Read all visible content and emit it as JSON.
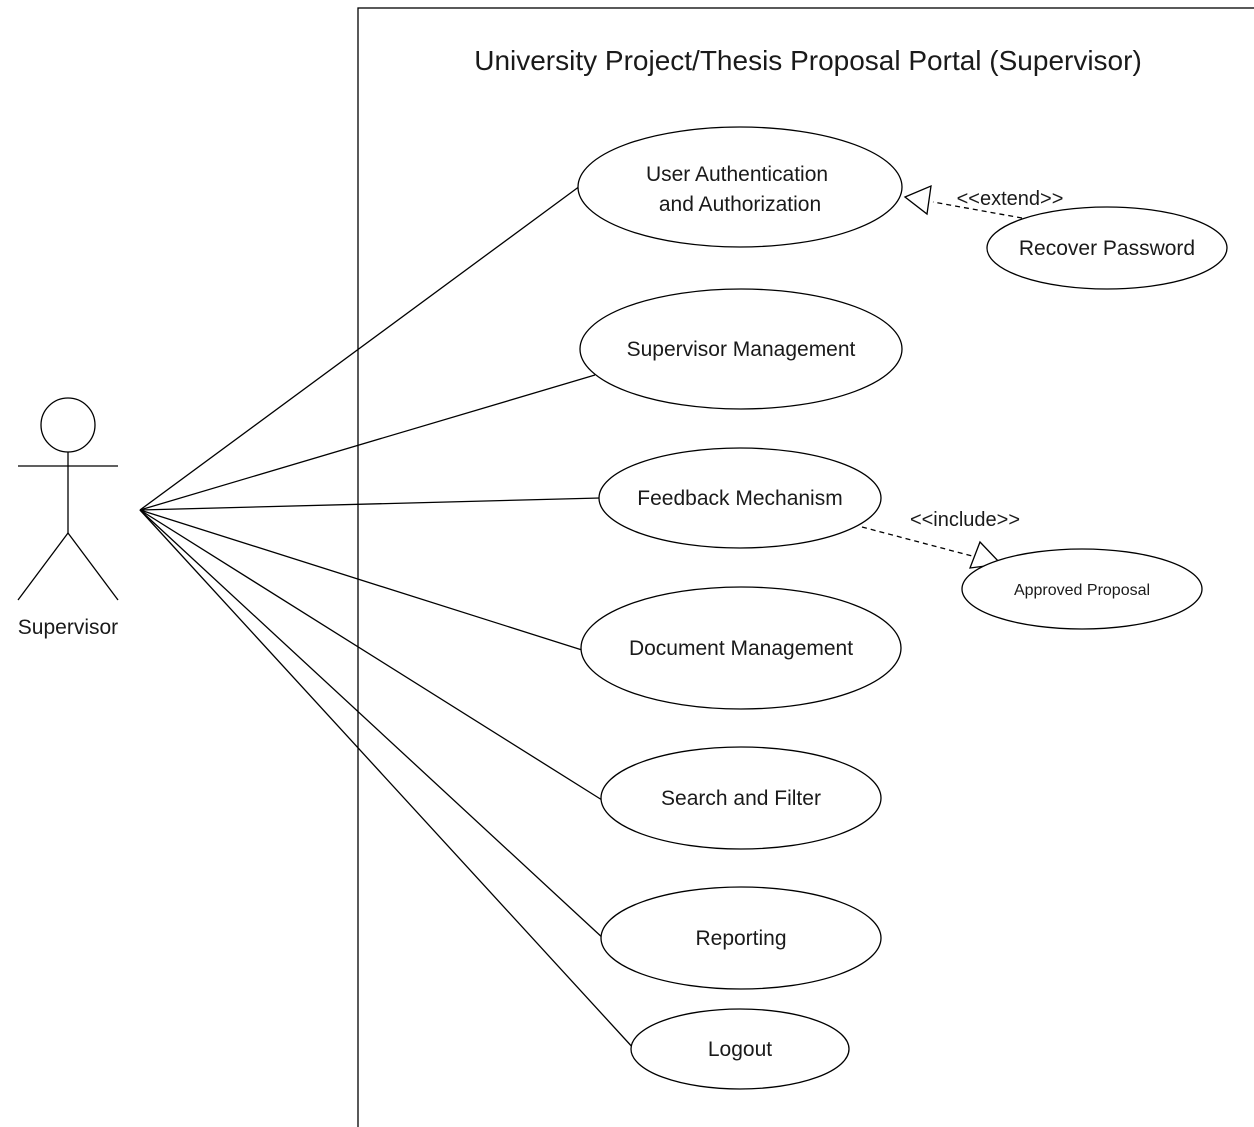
{
  "system": {
    "title": "University Project/Thesis Proposal Portal (Supervisor)"
  },
  "actor": {
    "name": "Supervisor"
  },
  "use_cases": [
    {
      "id": "auth",
      "lines": [
        "User Authentication",
        "and Authorization"
      ]
    },
    {
      "id": "supmgmt",
      "lines": [
        "Supervisor Management"
      ]
    },
    {
      "id": "feedback",
      "lines": [
        "Feedback Mechanism"
      ]
    },
    {
      "id": "docmgmt",
      "lines": [
        "Document Management"
      ]
    },
    {
      "id": "search",
      "lines": [
        "Search and Filter"
      ]
    },
    {
      "id": "reporting",
      "lines": [
        "Reporting"
      ]
    },
    {
      "id": "logout",
      "lines": [
        "Logout"
      ]
    }
  ],
  "extra_use_cases": [
    {
      "id": "recover",
      "lines": [
        "Recover Password"
      ]
    },
    {
      "id": "approved",
      "lines": [
        "Approved Proposal"
      ]
    }
  ],
  "relationships": [
    {
      "type": "extend",
      "label": "<<extend>>",
      "from": "recover",
      "to": "auth"
    },
    {
      "type": "include",
      "label": "<<include>>",
      "from": "feedback",
      "to": "approved"
    }
  ],
  "associations": [
    "auth",
    "supmgmt",
    "feedback",
    "docmgmt",
    "search",
    "reporting",
    "logout"
  ]
}
